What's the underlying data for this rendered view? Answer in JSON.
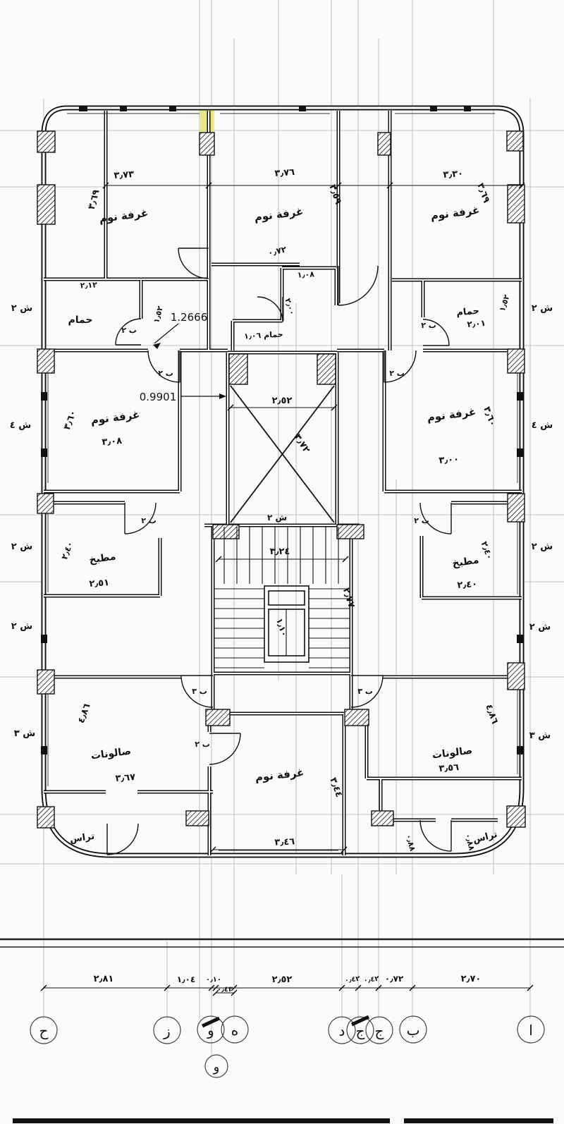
{
  "labels": {
    "bedroom": "غرفة نوم",
    "bathroom": "حمام",
    "bathroom_small": "حمام ١٫٠٦",
    "kitchen": "مطبخ",
    "salon": "صالونات",
    "terrace": "تراس",
    "door_b2": "ب ٢",
    "door_b3": "ب ٣",
    "shaft_2": "ش ٢",
    "shaft_3": "ش ٣",
    "shaft_4": "ش ٤"
  },
  "dims": {
    "d373": "٣٫٧٣",
    "d369": "٣٫٦٩",
    "d376": "٣٫٧٦",
    "d359": "٣٫٥٩",
    "d330": "٣٫٣٠",
    "d212": "٢٫١٢",
    "d152": "١٫٥٢",
    "d201": "٢٫٠١",
    "d108": "١٫٠٨",
    "d200": "٢٫٠٠",
    "d072": "٠٫٧٢",
    "d252": "٢٫٥٢",
    "d372": "٣٫٧٢",
    "d308": "٣٫٠٨",
    "d360": "٣٫٦٠",
    "d300": "٣٫٠٠",
    "d240": "٢٫٤٠",
    "d251": "٢٫٥١",
    "d324": "٣٫٢٤",
    "d277": "٢٫٧٧",
    "d110": "١٫١٠",
    "d486": "٤٫٨٦",
    "d367": "٣٫٦٧",
    "d356": "٣٫٥٦",
    "d346": "٣٫٤٦",
    "d344": "٣٫٤٤",
    "d088": "٠٫٨٨",
    "d281": "٢٫٨١",
    "d104": "١٫٠٤",
    "d010": "٠٫١٠",
    "d043": "٠٫٤٣",
    "d042": "٠٫٤٢",
    "d270": "٢٫٧٠"
  },
  "annotations": {
    "leader_a": "1.2666",
    "leader_b": "0.9901"
  },
  "grid_bubbles": {
    "alif": "ا",
    "ba": "ب",
    "jim": "ج",
    "dal": "د",
    "ha_": "ه",
    "waw": "و",
    "zay": "ز",
    "hha": "ح"
  }
}
